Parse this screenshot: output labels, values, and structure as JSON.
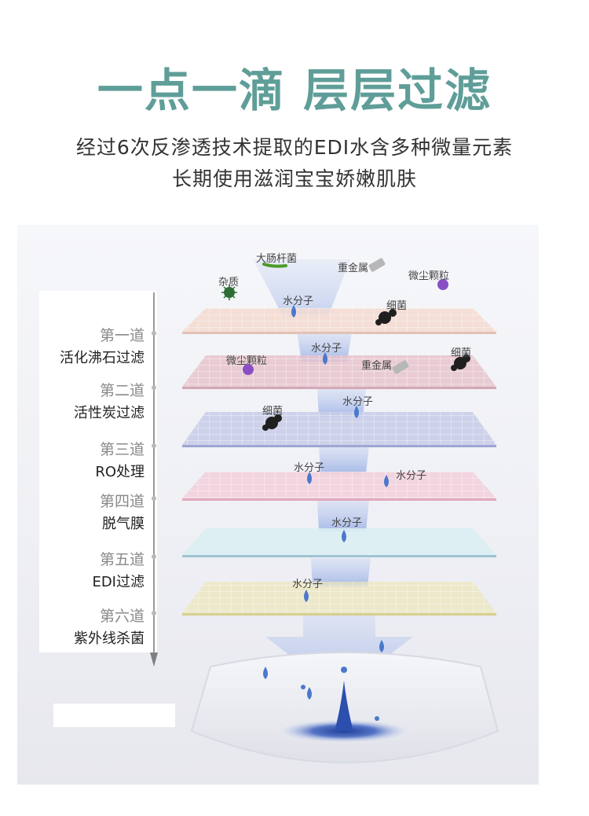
{
  "header": {
    "title": "一点一滴 层层过滤",
    "subtitle_line1": "经过6次反渗透技术提取的EDI水含多种微量元素",
    "subtitle_line2": "长期使用滋润宝宝娇嫩肌肤"
  },
  "steps": [
    {
      "num": "第一道",
      "name": "活化沸石过滤"
    },
    {
      "num": "第二道",
      "name": "活性炭过滤"
    },
    {
      "num": "第三道",
      "name": "RO处理"
    },
    {
      "num": "第四道",
      "name": "脱气膜"
    },
    {
      "num": "第五道",
      "name": "EDI过滤"
    },
    {
      "num": "第六道",
      "name": "紫外线杀菌"
    }
  ],
  "labels": {
    "ecoli": "大肠杆菌",
    "impurity": "杂质",
    "heavy_metal": "重金属",
    "dust": "微尘颗粒",
    "water": "水分子",
    "bacteria": "细菌"
  },
  "colors": {
    "title": "#5f9e98",
    "layer1": "#f3d9d0",
    "layer2": "#e6c3cd",
    "layer3": "#c9cde8",
    "layer4": "#f2cfdb",
    "layer5": "#bcd9e4",
    "layer6": "#ece6b8",
    "beam": "#aabde8",
    "drop": "#3f6fc4"
  }
}
